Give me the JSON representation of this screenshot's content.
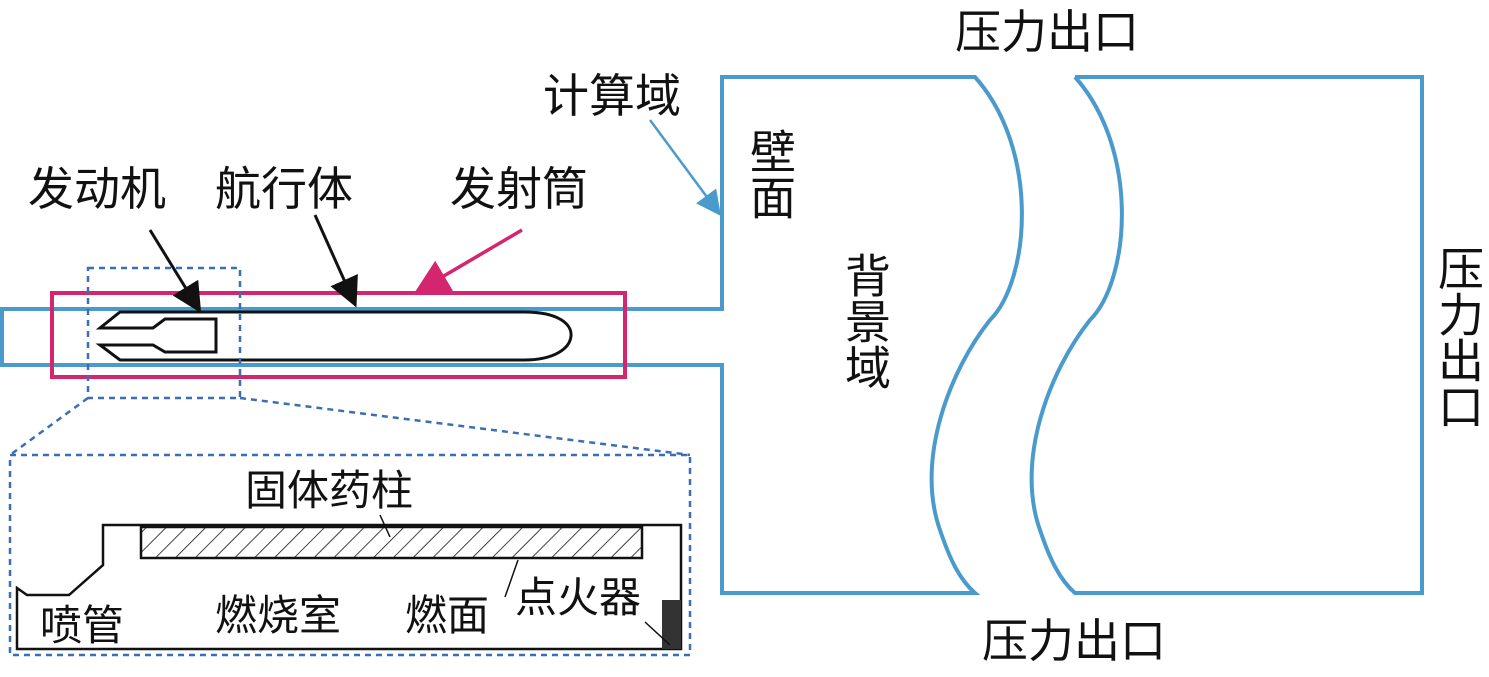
{
  "labels": {
    "pressure_outlet_top": "压力出口",
    "pressure_outlet_bottom": "压力出口",
    "pressure_outlet_right": "压力出口",
    "computational_domain": "计算域",
    "wall": "壁面",
    "background_domain": "背景域",
    "engine": "发动机",
    "vehicle": "航行体",
    "launch_tube": "发射筒",
    "solid_grain": "固体药柱",
    "nozzle": "喷管",
    "combustion_chamber": "燃烧室",
    "burning_surface": "燃面",
    "igniter": "点火器"
  },
  "colors": {
    "domain_boundary": "#4a9bcc",
    "launch_tube": "#d4266e",
    "inset_dash": "#3a6fb5",
    "outline": "#111111",
    "igniter_fill": "#333333"
  }
}
